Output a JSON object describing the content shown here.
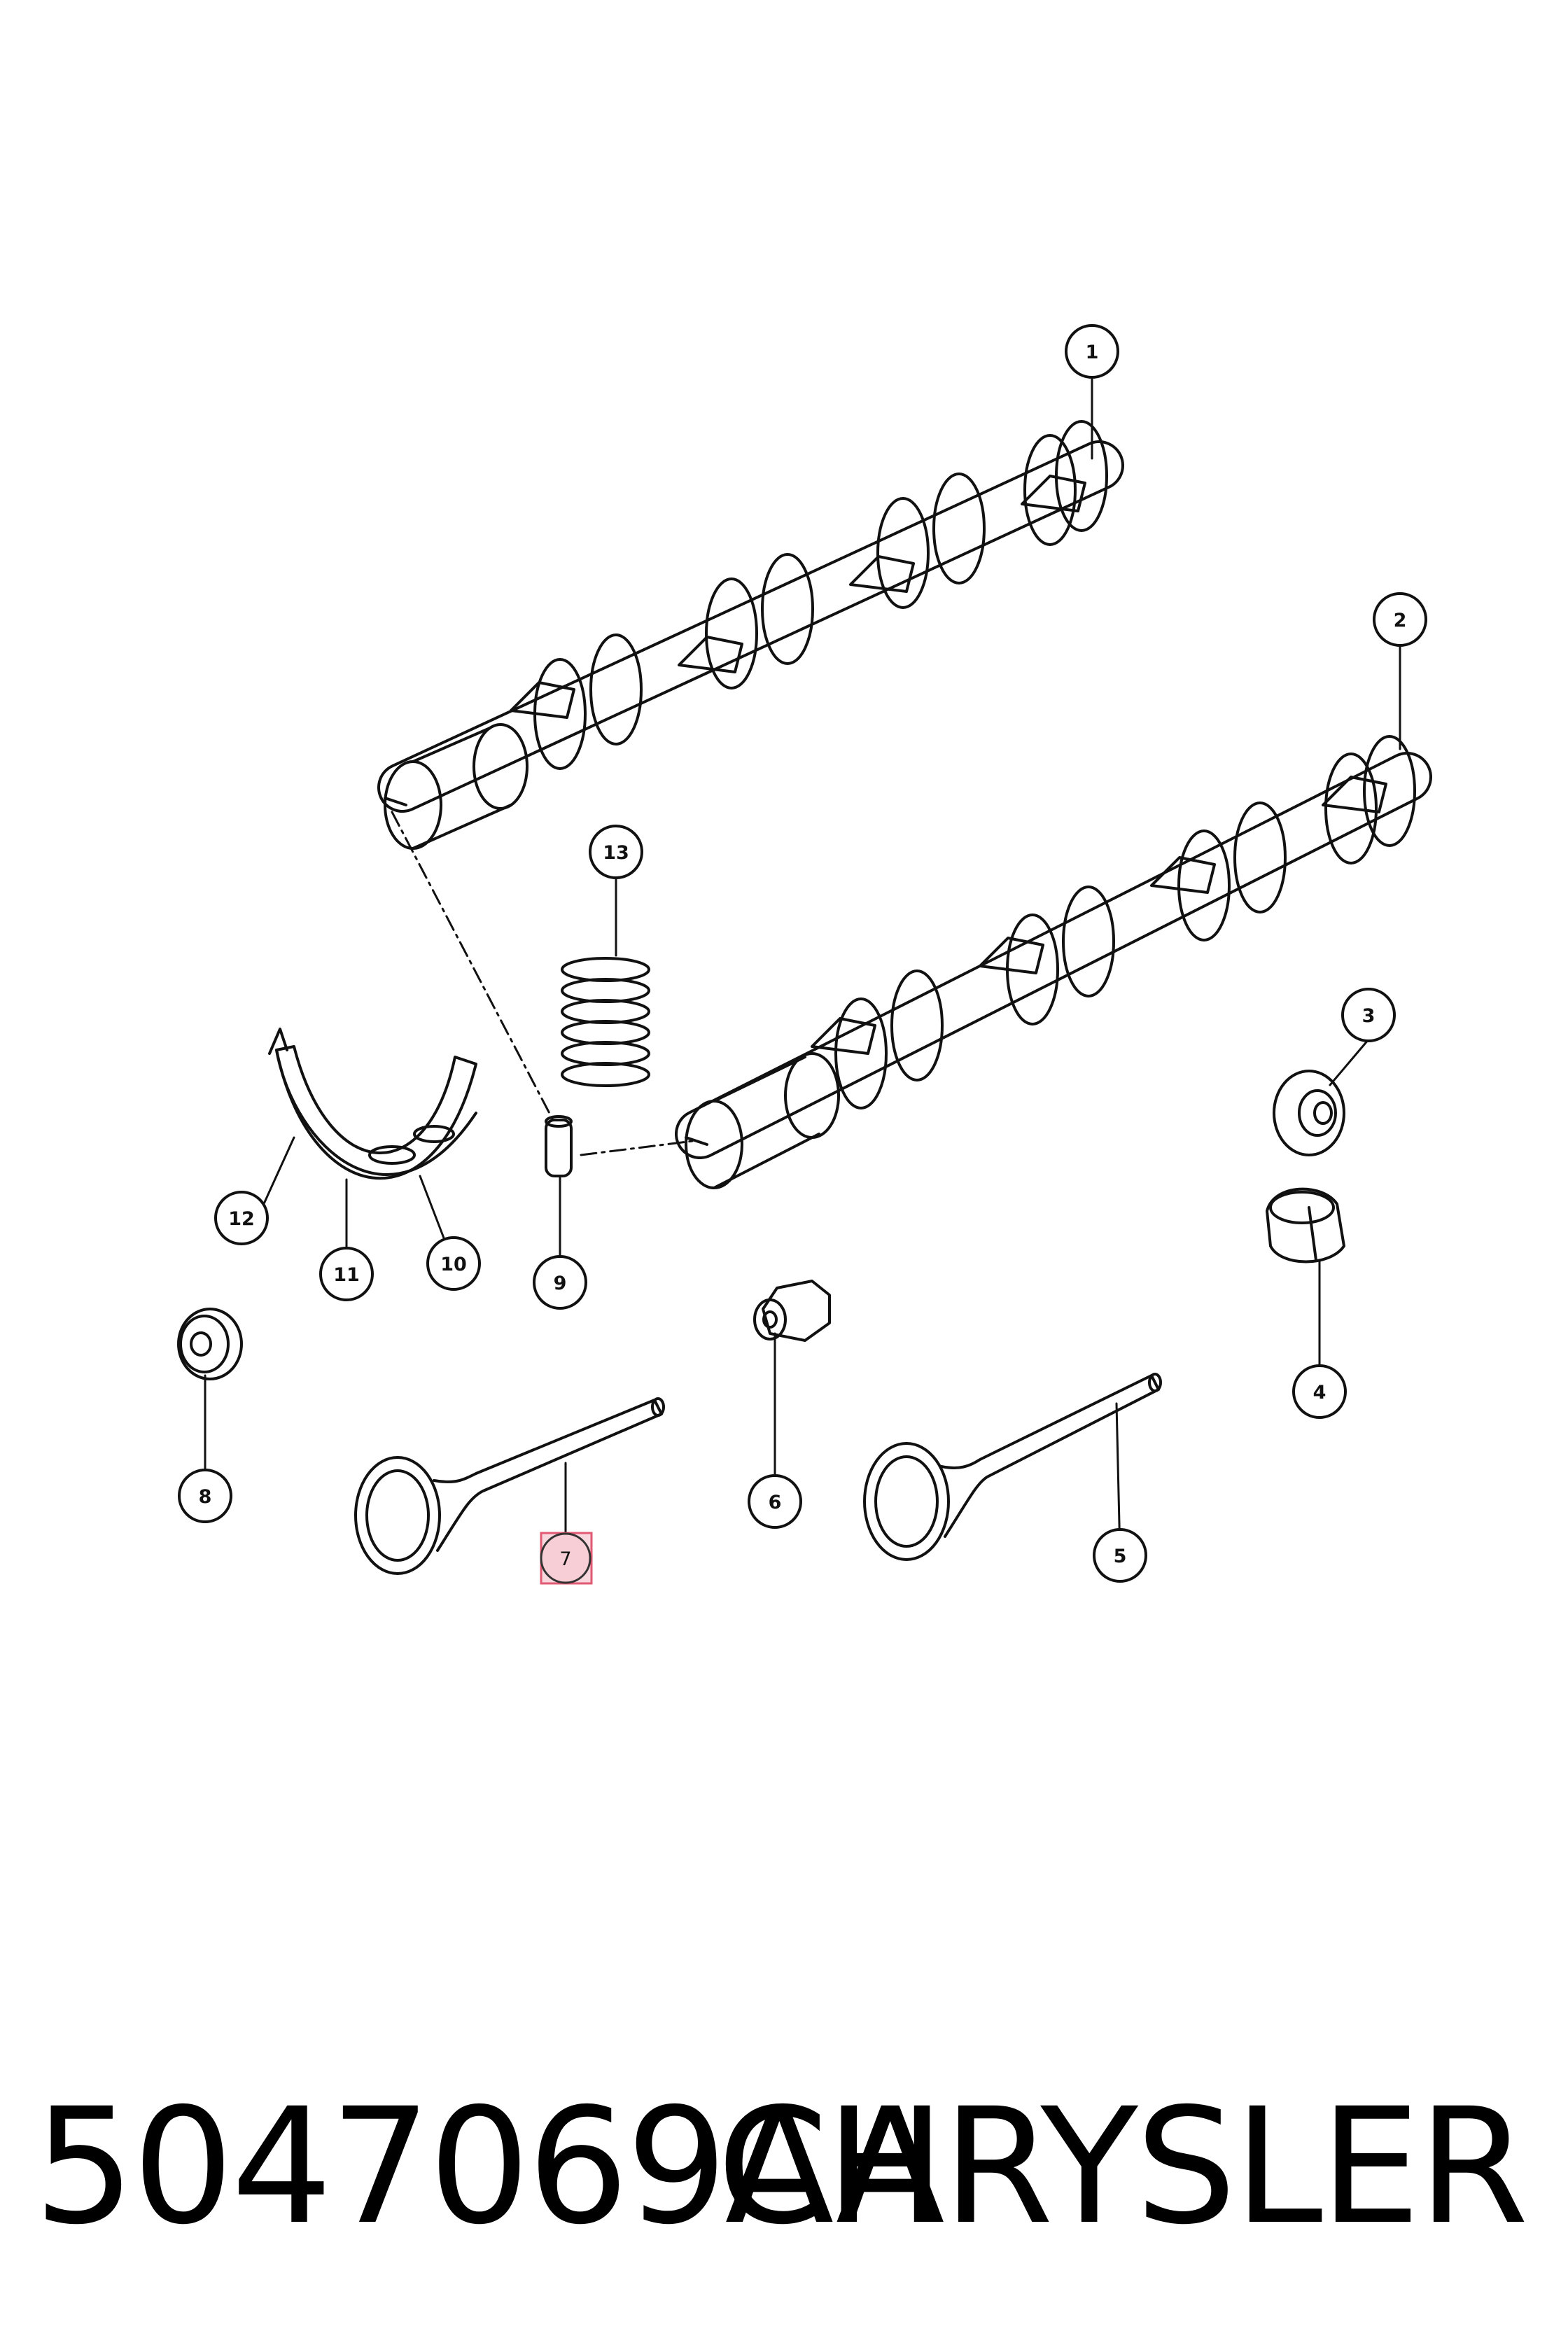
{
  "diagram": {
    "callouts": [
      "1",
      "2",
      "3",
      "4",
      "5",
      "6",
      "7",
      "8",
      "9",
      "10",
      "11",
      "12",
      "13"
    ],
    "highlighted_callout": "7",
    "highlight_color": "#f4b7c3",
    "highlight_border": "#e05a73"
  },
  "footer": {
    "part_number": "5047069AA",
    "brand": "CHRYSLER"
  }
}
